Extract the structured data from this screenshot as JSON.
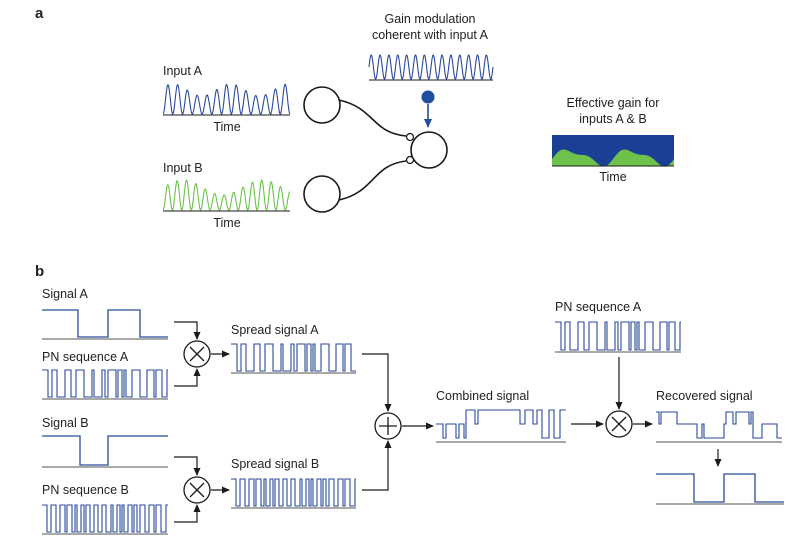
{
  "panels": {
    "a": {
      "label": "a",
      "input_a": "Input A",
      "input_b": "Input B",
      "time_a": "Time",
      "time_b": "Time",
      "gain_mod_line1": "Gain modulation",
      "gain_mod_line2": "coherent with input A",
      "effective_gain_line1": "Effective gain for",
      "effective_gain_line2": "inputs A & B",
      "time_gain": "Time"
    },
    "b": {
      "label": "b",
      "signal_a": "Signal A",
      "pn_sequence_a": "PN sequence A",
      "signal_b": "Signal B",
      "pn_sequence_b": "PN sequence B",
      "spread_signal_a": "Spread signal A",
      "spread_signal_b": "Spread signal B",
      "combined_signal": "Combined signal",
      "pn_sequence_a_decoder": "PN sequence A",
      "recovered_signal": "Recovered signal"
    }
  },
  "colors": {
    "input_a": "#2a4a9a",
    "input_b": "#6cc24a",
    "gain_dot": "#1e4fa0",
    "gain_band_dark": "#1c3f96",
    "gain_band_green": "#6cc24a",
    "signal": "#2a4a9a",
    "stroke": "#1a1a1a"
  },
  "icons": {
    "multiply": "circle-times-icon",
    "add": "circle-plus-icon",
    "arrow": "arrow-icon"
  }
}
